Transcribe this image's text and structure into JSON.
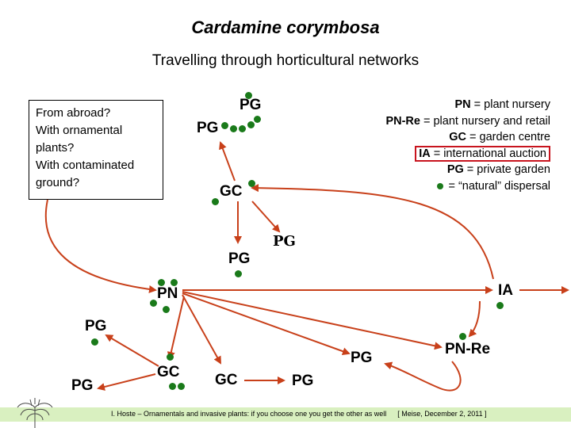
{
  "title": "Cardamine corymbosa",
  "subtitle": "Travelling through horticultural networks",
  "questions": [
    "From abroad?",
    "With ornamental plants?",
    "With contaminated ground?"
  ],
  "legend": {
    "pn_abbr": "PN",
    "pn_text": "= plant nursery",
    "pnre_abbr": "PN-Re",
    "pnre_text": "= plant nursery and retail",
    "gc_abbr": "GC",
    "gc_text": "= garden centre",
    "ia_abbr": "IA",
    "ia_text": "= international auction",
    "pg_abbr": "PG",
    "pg_text": "= private garden",
    "dot_text": "= “natural” dispersal"
  },
  "nodes": {
    "pg_top": "PG",
    "pg_top_left": "PG",
    "gc_top": "GC",
    "pg_serif": "PG",
    "pg_mid": "PG",
    "pn": "PN",
    "ia": "IA",
    "pg_left": "PG",
    "pg_bottom_left": "PG",
    "gc_bottom1": "GC",
    "gc_bottom2": "GC",
    "pg_bottom": "PG",
    "pg_center": "PG",
    "pnre": "PN-Re"
  },
  "footer": {
    "text": "I. Hoste – Ornamentals and invasive plants: if you choose one you get the other as well",
    "date": "[ Meise, December 2, 2011 ]"
  },
  "colors": {
    "arrow": "#c8401a",
    "dot": "#1a7a1a",
    "ia_box": "#c8141e",
    "footer_bg": "#d9f0c0"
  }
}
